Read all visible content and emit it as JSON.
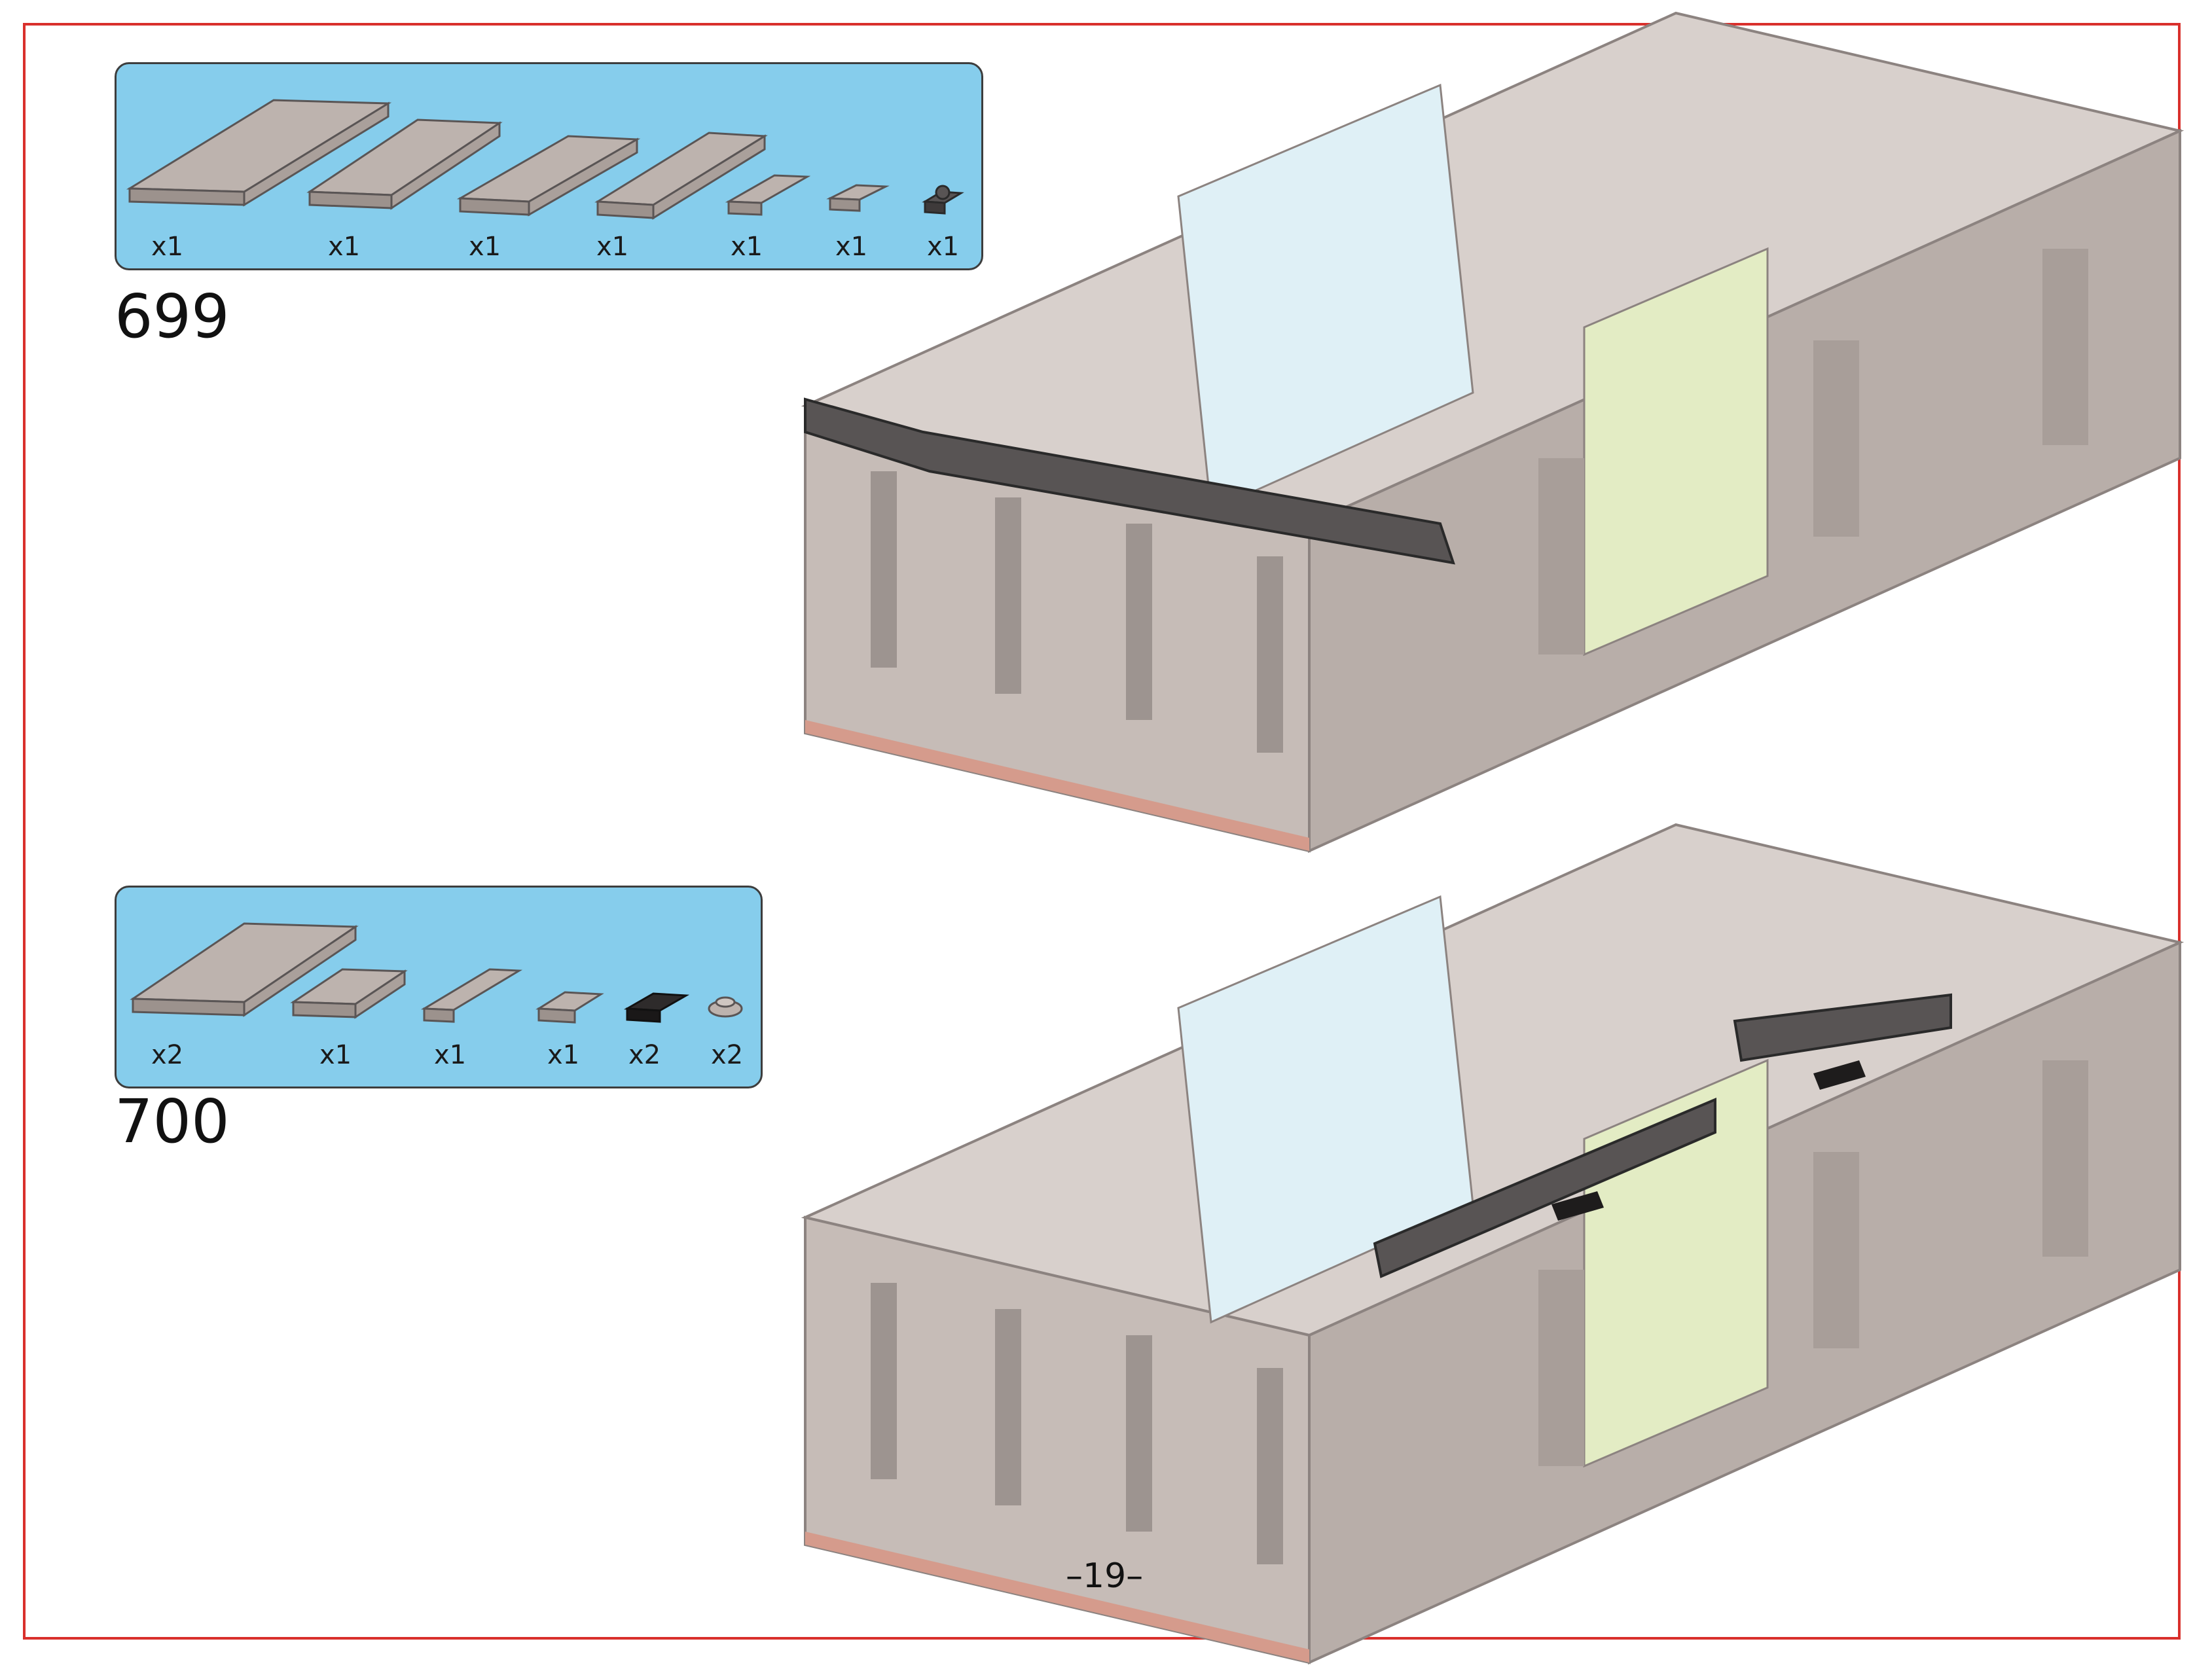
{
  "page": {
    "number": "–19–"
  },
  "colors": {
    "frame": "#d9302c",
    "parts_panel": "#86cdec",
    "brick_light": "#bdb3ae",
    "brick_dark": "#6e6868",
    "brick_black": "#222222",
    "accent_new_parts": "#585454"
  },
  "steps": [
    {
      "number": "699",
      "parts": [
        {
          "icon": "plate-2x8-icon",
          "color": "tan-gray",
          "qty": "x1"
        },
        {
          "icon": "plate-2x6-icon",
          "color": "tan-gray",
          "qty": "x1"
        },
        {
          "icon": "plate-1x6-rail-icon",
          "color": "tan-gray",
          "qty": "x1"
        },
        {
          "icon": "plate-1x6-icon",
          "color": "tan-gray",
          "qty": "x1"
        },
        {
          "icon": "plate-1x3-icon",
          "color": "tan-gray",
          "qty": "x1"
        },
        {
          "icon": "plate-1x2-icon",
          "color": "tan-gray",
          "qty": "x1"
        },
        {
          "icon": "plate-1x1-clip-icon",
          "color": "dark-gray",
          "qty": "x1"
        }
      ]
    },
    {
      "number": "700",
      "parts": [
        {
          "icon": "plate-2x6-icon",
          "color": "tan-gray",
          "qty": "x2"
        },
        {
          "icon": "plate-2x3-icon",
          "color": "tan-gray",
          "qty": "x1"
        },
        {
          "icon": "plate-1x4-icon",
          "color": "tan-gray",
          "qty": "x1"
        },
        {
          "icon": "plate-1x2-rail-icon",
          "color": "tan-gray",
          "qty": "x1"
        },
        {
          "icon": "plate-1x2-black-icon",
          "color": "black",
          "qty": "x2"
        },
        {
          "icon": "round-plate-1x1-icon",
          "color": "tan-gray",
          "qty": "x2"
        }
      ]
    }
  ]
}
